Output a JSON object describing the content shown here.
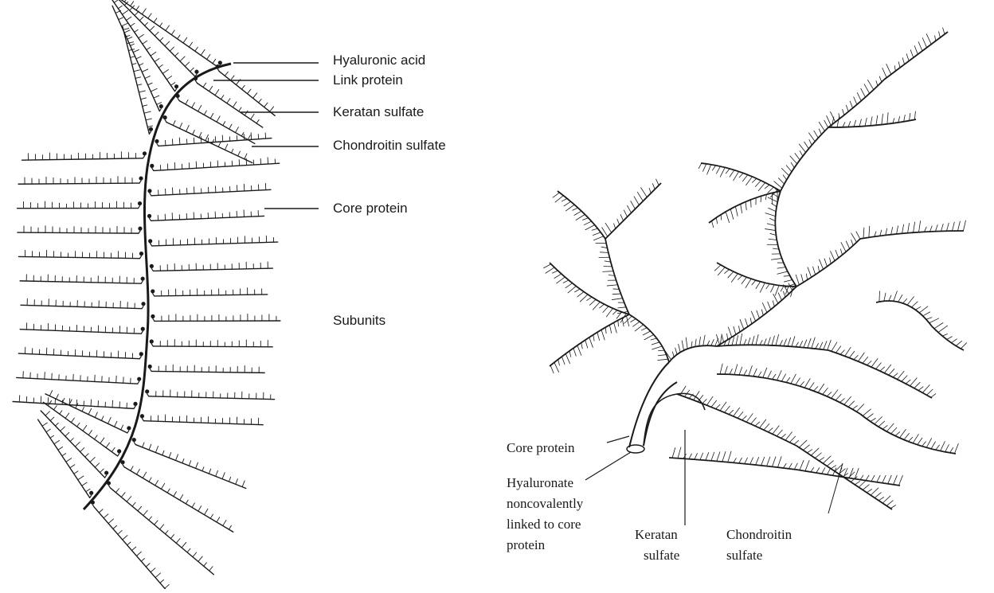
{
  "left_diagram": {
    "labels": {
      "hyaluronic_acid": "Hyaluronic acid",
      "link_protein": "Link protein",
      "keratan_sulfate": "Keratan sulfate",
      "chondroitin_sulfate": "Chondroitin sulfate",
      "core_protein": "Core protein",
      "subunits": "Subunits"
    }
  },
  "right_diagram": {
    "labels": {
      "core_protein": "Core protein",
      "hyaluronate_lines": [
        "Hyaluronate",
        "noncovalently",
        "linked to core",
        "protein"
      ],
      "keratan_lines": [
        "Keratan",
        "sulfate"
      ],
      "chondroitin_lines": [
        "Chondroitin",
        "sulfate"
      ]
    }
  },
  "colors": {
    "ink": "#1a1a1a",
    "background": "#ffffff"
  }
}
